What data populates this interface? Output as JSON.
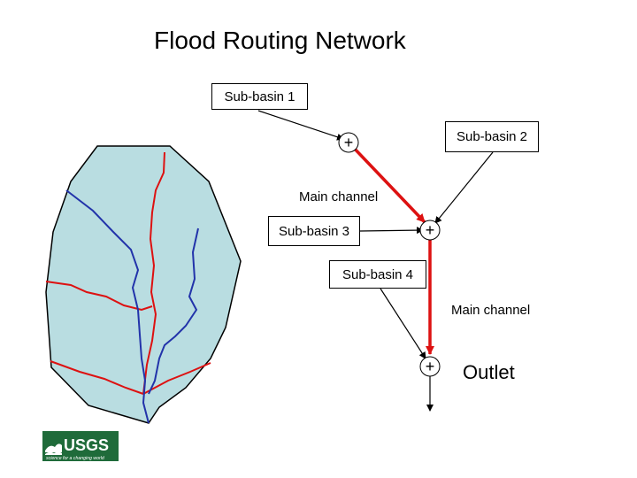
{
  "title": "Flood Routing Network",
  "nodes": {
    "sub_basin_1": "Sub-basin 1",
    "sub_basin_2": "Sub-basin 2",
    "sub_basin_3": "Sub-basin 3",
    "sub_basin_4": "Sub-basin 4"
  },
  "channels": {
    "main_channel_upper": "Main channel",
    "main_channel_lower": "Main channel"
  },
  "outlet": "Outlet",
  "junction_symbol": "+",
  "logo": {
    "name": "USGS",
    "tagline": "science for a changing world"
  },
  "colors": {
    "main_channel": "#dd1111",
    "tributary_link": "#000000",
    "basin_fill": "#b9dde1",
    "red_stream": "#dd1111",
    "blue_stream": "#2233aa",
    "logo_green": "#1f6b3a"
  }
}
